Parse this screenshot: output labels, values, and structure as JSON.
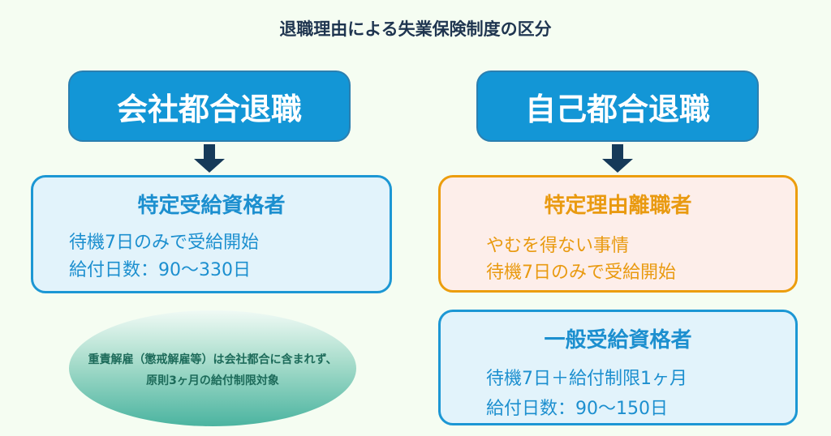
{
  "title": "退職理由による失業保険制度の区分",
  "left": {
    "header": "会社都合退職",
    "box": {
      "title": "特定受給資格者",
      "lines": [
        "待機7日のみで受給開始",
        "給付日数：90〜330日"
      ]
    },
    "note": [
      "重責解雇（懲戒解雇等）は会社都合に含まれず、",
      "原則3ヶ月の給付制限対象"
    ]
  },
  "right": {
    "header": "自己都合退職",
    "box1": {
      "title": "特定理由離職者",
      "lines": [
        "やむを得ない事情",
        "待機7日のみで受給開始"
      ]
    },
    "box2": {
      "title": "一般受給資格者",
      "lines": [
        "待機7日＋給付制限1ヶ月",
        "給付日数：90〜150日"
      ]
    }
  }
}
